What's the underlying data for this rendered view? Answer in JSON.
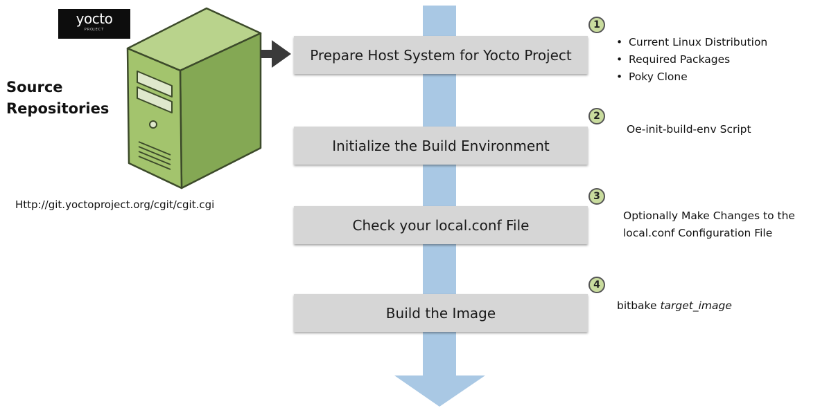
{
  "logo": {
    "main": "yocto",
    "sub": "PROJECT"
  },
  "source": {
    "title_line1": "Source",
    "title_line2": "Repositories",
    "url": "Http://git.yoctoproject.org/cgit/cgit.cgi"
  },
  "steps": [
    {
      "number": "1",
      "label": "Prepare Host System for Yocto Project",
      "notes": [
        "Current Linux Distribution",
        "Required Packages",
        "Poky Clone"
      ]
    },
    {
      "number": "2",
      "label": "Initialize the Build Environment",
      "note": "Oe-init-build-env Script"
    },
    {
      "number": "3",
      "label": "Check your local.conf File",
      "note_line1": "Optionally Make Changes to the",
      "note_line2": "local.conf Configuration File"
    },
    {
      "number": "4",
      "label": "Build the Image",
      "note_plain": "bitbake ",
      "note_italic": "target_image"
    }
  ],
  "colors": {
    "flow_arrow": "#a9c8e4",
    "step_box": "#d6d6d6",
    "badge": "#c9dc9e",
    "server_body": "#9fc06b",
    "connector_arrow": "#3a3a3a"
  },
  "icons": [
    "server-icon",
    "flow-arrow-icon",
    "connector-arrow-icon"
  ]
}
